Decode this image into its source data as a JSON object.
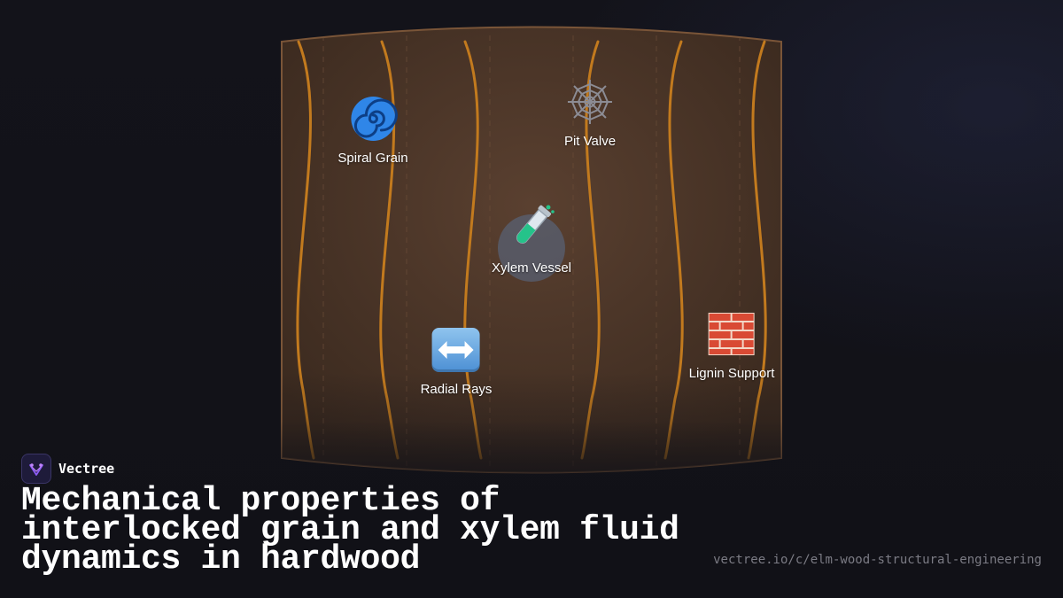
{
  "diagram": {
    "nodes": [
      {
        "id": "spiral",
        "label": "Spiral Grain",
        "icon": "cyclone-icon"
      },
      {
        "id": "pit",
        "label": "Pit Valve",
        "icon": "spider-web-icon"
      },
      {
        "id": "xylem",
        "label": "Xylem Vessel",
        "icon": "test-tube-icon"
      },
      {
        "id": "radial",
        "label": "Radial Rays",
        "icon": "left-right-arrow-icon"
      },
      {
        "id": "lignin",
        "label": "Lignin Support",
        "icon": "brick-icon"
      }
    ],
    "colors": {
      "panel": "#4a3426",
      "panel_edge": "#7a5538",
      "grain_line": "#c27a1e",
      "accent": "#7b4fd8"
    }
  },
  "brand": {
    "name": "Vectree"
  },
  "headline": "Mechanical properties of interlocked grain and xylem fluid dynamics in hardwood",
  "url": "vectree.io/c/elm-wood-structural-engineering"
}
